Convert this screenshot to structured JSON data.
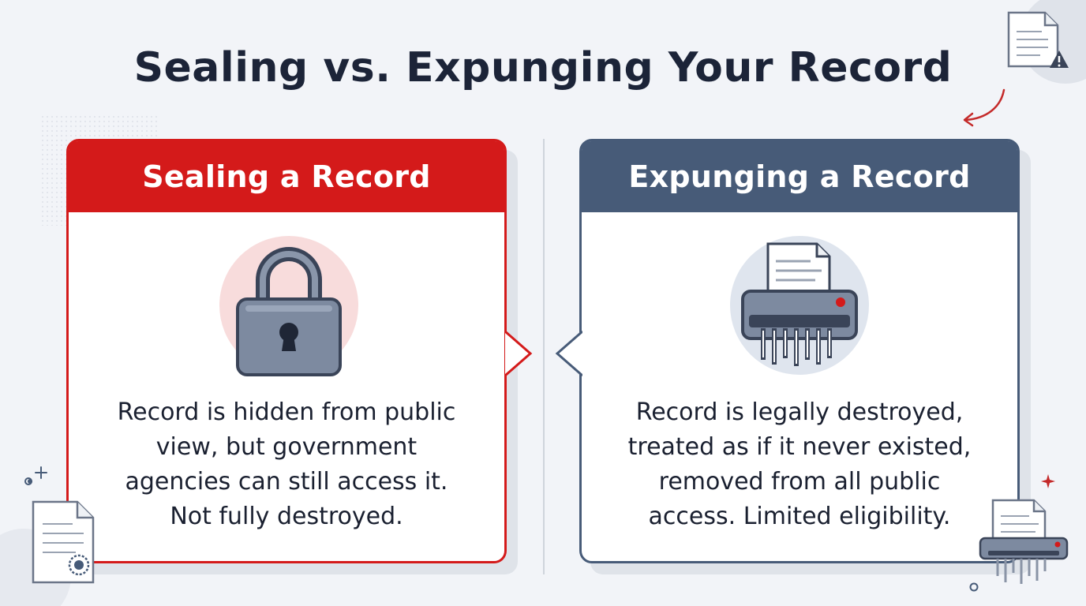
{
  "title": "Sealing vs. Expunging Your Record",
  "colors": {
    "title": "#1c2438",
    "seal_accent": "#d41a1a",
    "expunge_accent": "#475b78",
    "seal_icon_bg": "#f8dcdc",
    "expunge_icon_bg": "#dfe5ee"
  },
  "cards": [
    {
      "heading": "Sealing a Record",
      "icon": "padlock-icon",
      "text": "Record is hidden from public\nview, but government\nagencies can still access it.\nNot fully destroyed."
    },
    {
      "heading": "Expunging a Record",
      "icon": "shredder-icon",
      "text": "Record is legally destroyed,\ntreated as if it never existed,\nremoved from all public\naccess. Limited eligibility."
    }
  ],
  "decorations": [
    "document-warning-icon",
    "curved-arrow-icon",
    "document-seal-icon",
    "document-shredder-icon",
    "sparkle-icon"
  ]
}
